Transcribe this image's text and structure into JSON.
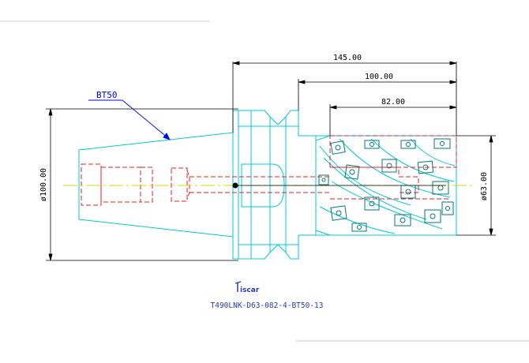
{
  "drawing": {
    "dimensions": {
      "overall_length": "145.00",
      "head_length": "100.00",
      "cutting_length": "82.00",
      "shank_diameter": "ø100.00",
      "cutter_diameter": "ø63.00"
    },
    "taper_label": "BT50",
    "brand": "iscar",
    "part_number": "T490LNK-D63-082-4-BT50-13",
    "colors": {
      "outline": "#00c8dc",
      "center_line": "#d8d800",
      "hidden_line": "#e02020",
      "dimension": "#000000",
      "leader": "#0000ff",
      "inserts": "#007a7a"
    }
  }
}
